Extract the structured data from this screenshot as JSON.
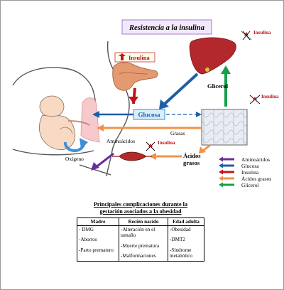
{
  "title": "Resistencia a la insulina",
  "pancreas_label": "Insulina",
  "liver_insulina": "Insulina",
  "glicerol_label": "Glicerol",
  "adipose_insulina": "Insulina",
  "glucosa_label": "Glucosa",
  "grasas_label": "Grasas",
  "aminoacidos_label": "Aminoácidos",
  "muscle_insulina": "Insulina",
  "acidos_grasos_label": [
    "Ácidos",
    "grasos"
  ],
  "oxigeno_label": "Oxígeno",
  "legend": [
    {
      "label": "Aminoácidos",
      "color": "#6b2d9c"
    },
    {
      "label": "Glucosa",
      "color": "#1f5fa8"
    },
    {
      "label": "Insulina",
      "color": "#c0141b"
    },
    {
      "label": "Ácidos grasos",
      "color": "#f0934a"
    },
    {
      "label": "Glicerol",
      "color": "#16a04a"
    }
  ],
  "table": {
    "title_line1": "Principales complicaciones durante la",
    "title_line2": "gestación asociados a la obesidad",
    "headers": [
      "Madre",
      "Recién nacido",
      "Edad adulta"
    ],
    "madre": [
      "- DMG",
      "-Abortos",
      "-Parto prematuro"
    ],
    "recien_nacido": [
      "-Alteración en el tamaño",
      "-Muerte prematura",
      "-Malformaciones"
    ],
    "edad_adulta": [
      "-Obesidad",
      "-DMT2",
      "-Síndrome metabólico"
    ]
  }
}
